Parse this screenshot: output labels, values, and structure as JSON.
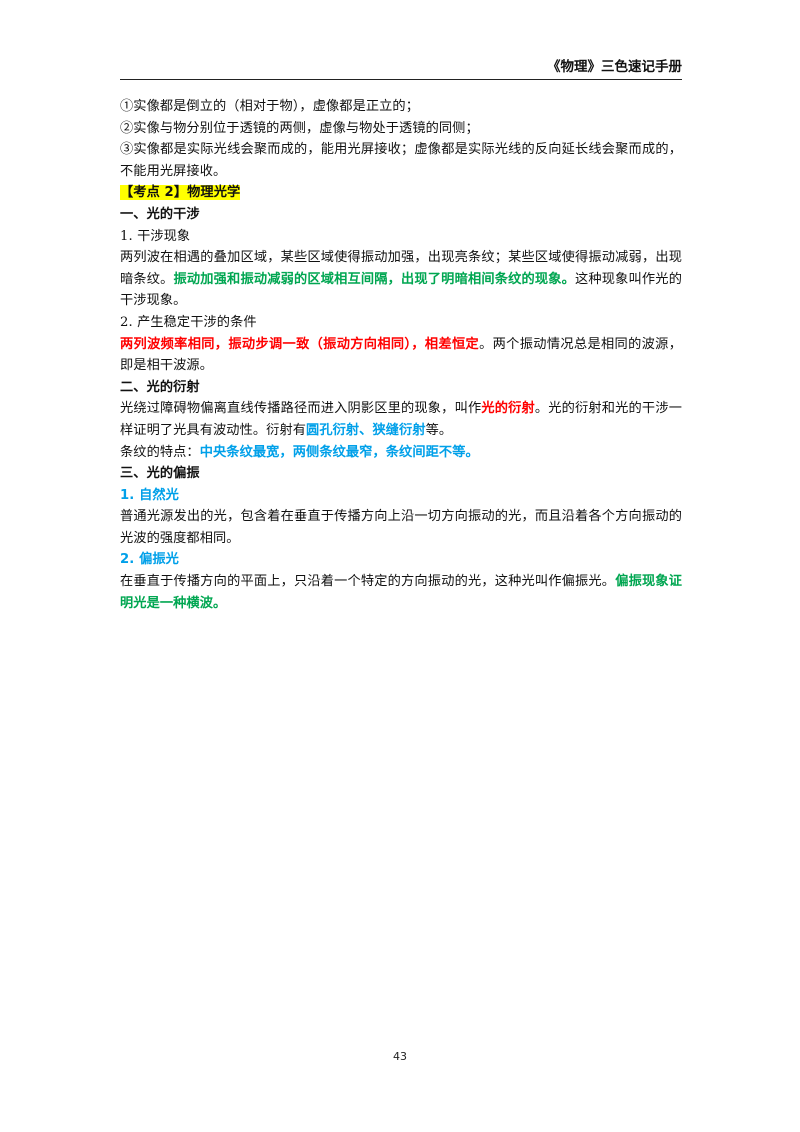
{
  "header": {
    "title": "《物理》三色速记手册"
  },
  "list": {
    "item1": "①实像都是倒立的（相对于物），虚像都是正立的；",
    "item2": "②实像与物分别位于透镜的两侧，虚像与物处于透镜的同侧；",
    "item3": "③实像都是实际光线会聚而成的，能用光屏接收；虚像都是实际光线的反向延长线会聚而成的，不能用光屏接收。"
  },
  "kaodian": {
    "label": "【考点 2】物理光学"
  },
  "interference": {
    "heading": "一、光的干涉",
    "sub1": "1. 干涉现象",
    "p1_text": "两列波在相遇的叠加区域，某些区域使得振动加强，出现亮条纹；某些区域使得振动减弱，出现暗条纹。",
    "p1_green": "振动加强和振动减弱的区域相互间隔，出现了明暗相间条纹的现象。",
    "p1_tail": "这种现象叫作光的干涉现象。",
    "sub2": "2. 产生稳定干涉的条件",
    "p2_red": "两列波频率相同，振动步调一致（振动方向相同），相差恒定",
    "p2_tail": "。两个振动情况总是相同的波源，即是相干波源。"
  },
  "diffraction": {
    "heading": "二、光的衍射",
    "p1_text": "光绕过障碍物偏离直线传播路径而进入阴影区里的现象，叫作",
    "p1_red": "光的衍射",
    "p1_mid": "。光的衍射和光的干涉一样证明了光具有波动性。衍射有",
    "p1_blue": "圆孔衍射、狭缝衍射",
    "p1_tail": "等。",
    "p2_text": "条纹的特点：",
    "p2_blue": "中央条纹最宽，两侧条纹最窄，条纹间距不等。"
  },
  "polarization": {
    "heading": "三、光的偏振",
    "sub1": "1. 自然光",
    "p1": "普通光源发出的光，包含着在垂直于传播方向上沿一切方向振动的光，而且沿着各个方向振动的光波的强度都相同。",
    "sub2": "2. 偏振光",
    "p2_text": "在垂直于传播方向的平面上，只沿着一个特定的方向振动的光，这种光叫作偏振光。",
    "p2_green": "偏振现象证明光是一种横波。"
  },
  "footer": {
    "page_number": "43"
  },
  "colors": {
    "green": "#00a651",
    "red": "#ff0000",
    "blue": "#00a0e9",
    "highlight": "#ffff00"
  }
}
